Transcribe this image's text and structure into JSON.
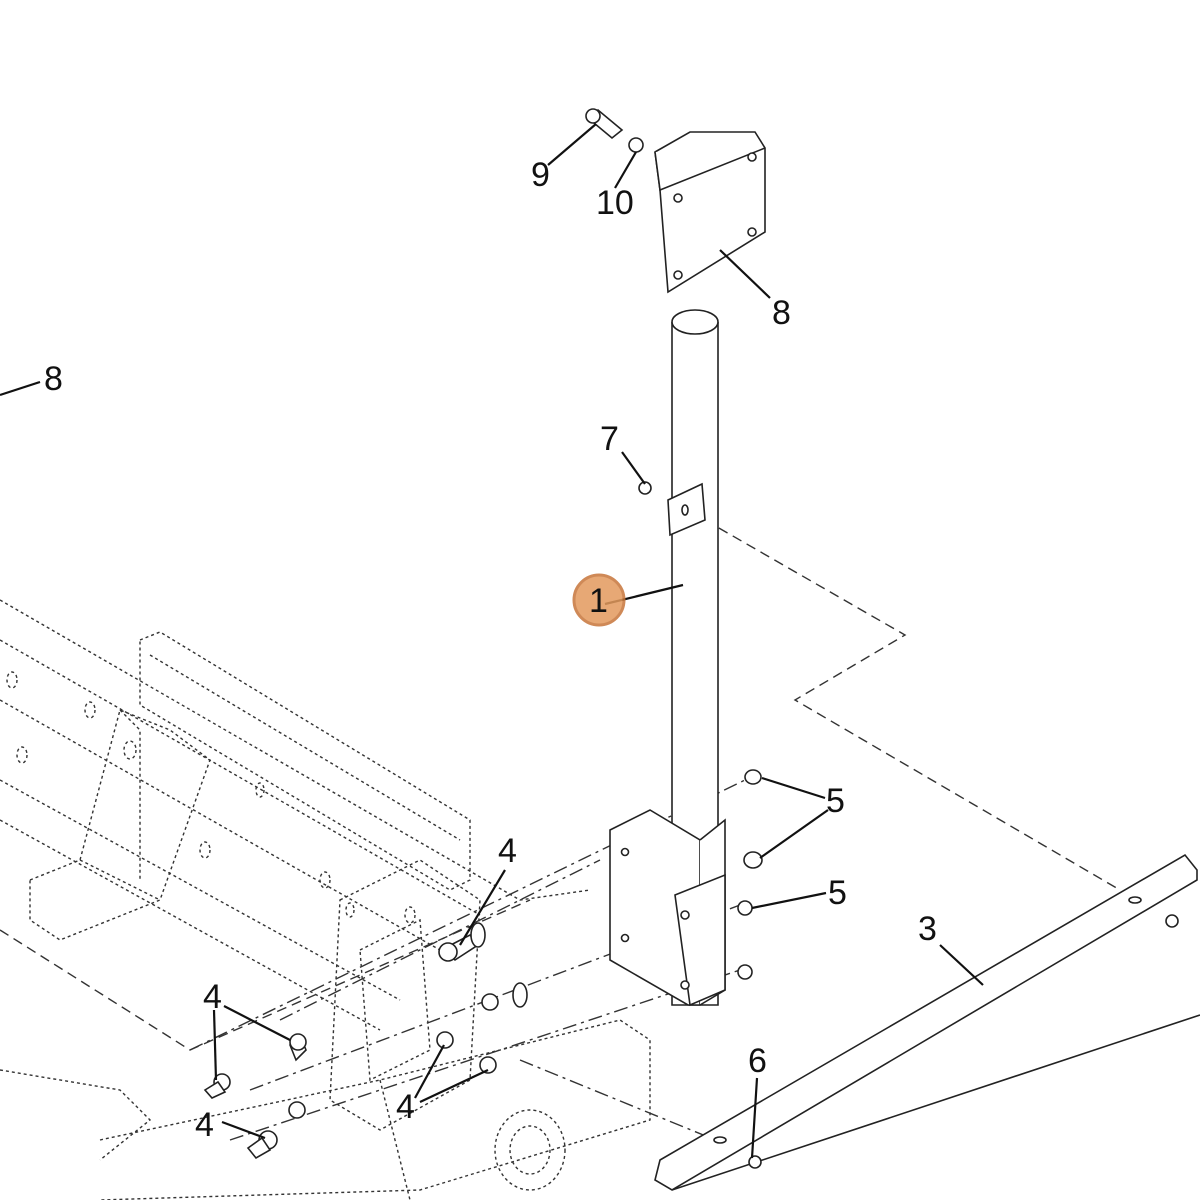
{
  "callouts": {
    "part_1": "1",
    "part_3": "3",
    "part_4_a": "4",
    "part_4_b": "4",
    "part_4_c": "4",
    "part_4_d": "4",
    "part_5_a": "5",
    "part_5_b": "5",
    "part_6": "6",
    "part_7": "7",
    "part_8_a": "8",
    "part_8_b": "8",
    "part_9": "9",
    "part_10": "10"
  },
  "highlight": {
    "selected_part": "1",
    "color": "#e39a5d"
  }
}
